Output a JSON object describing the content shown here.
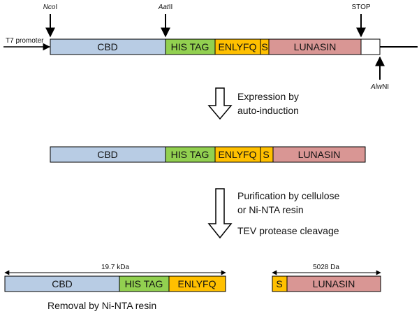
{
  "construct": {
    "promoter": "T7 promoter",
    "segments": {
      "cbd": "CBD",
      "his": "HIS TAG",
      "enlyfq": "ENLYFQ",
      "s": "S",
      "lunasin": "LUNASIN"
    },
    "sites": {
      "ncoi": {
        "italic": "Nco",
        "plain": "I"
      },
      "aatii": {
        "italic": "Aat",
        "plain": "II"
      },
      "stop": "STOP",
      "alwni": {
        "italic": "Alw",
        "plain": "NI"
      }
    }
  },
  "steps": {
    "expression": [
      "Expression by",
      "auto-induction"
    ],
    "purification": [
      "Purification by cellulose",
      "or Ni-NTA resin"
    ],
    "tev": "TEV protease cleavage"
  },
  "products": {
    "left_size": "19.7 kDa",
    "right_size": "5028 Da",
    "removal": "Removal by Ni-NTA resin"
  },
  "colors": {
    "cbd": "#b8cce4",
    "his": "#92d050",
    "enlyfq": "#ffc000",
    "lunasin": "#d99694",
    "line": "#000000"
  }
}
